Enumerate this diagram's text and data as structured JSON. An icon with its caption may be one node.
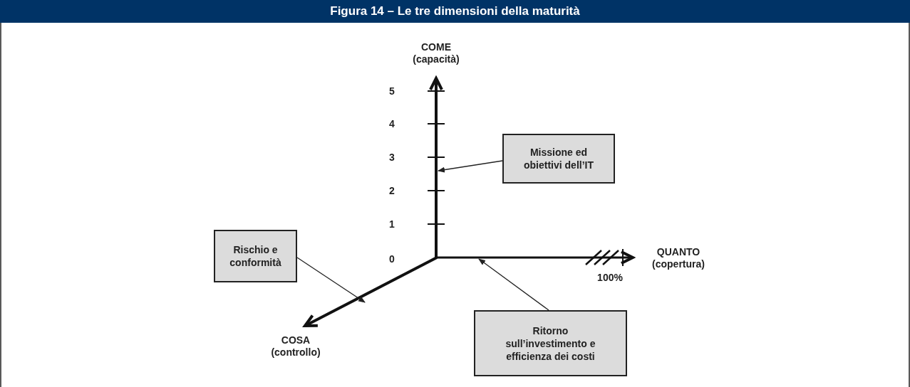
{
  "diagram": {
    "title": "Figura 14 – Le tre dimensioni della maturità",
    "nodes": [
      {
        "text": [
          "Missione ed obiettivi dell’IT"
        ]
      },
      {
        "text": [
          "Rischio e conformità"
        ]
      },
      {
        "text": [
          "Ritorno sull’investimento e efficienza dei costi"
        ]
      },
      {
        "text": [],
        "shape": "arrow",
        "beside": [
          "COME (capacità)"
        ]
      },
      {
        "text": [],
        "shape": "arrow",
        "beside": [
          "QUANTO (copertura)"
        ]
      },
      {
        "text": [],
        "shape": "arrow",
        "beside": [
          "COSA (controllo)"
        ]
      }
    ],
    "edges": [
      {
        "from": 0,
        "to": 3,
        "arrow": "to"
      },
      {
        "from": 1,
        "to": 5,
        "arrow": "to"
      },
      {
        "from": 2,
        "to": 4,
        "arrow": "to"
      }
    ],
    "labels": [
      "5",
      "4",
      "3",
      "2",
      "1",
      "0",
      "100%"
    ]
  }
}
